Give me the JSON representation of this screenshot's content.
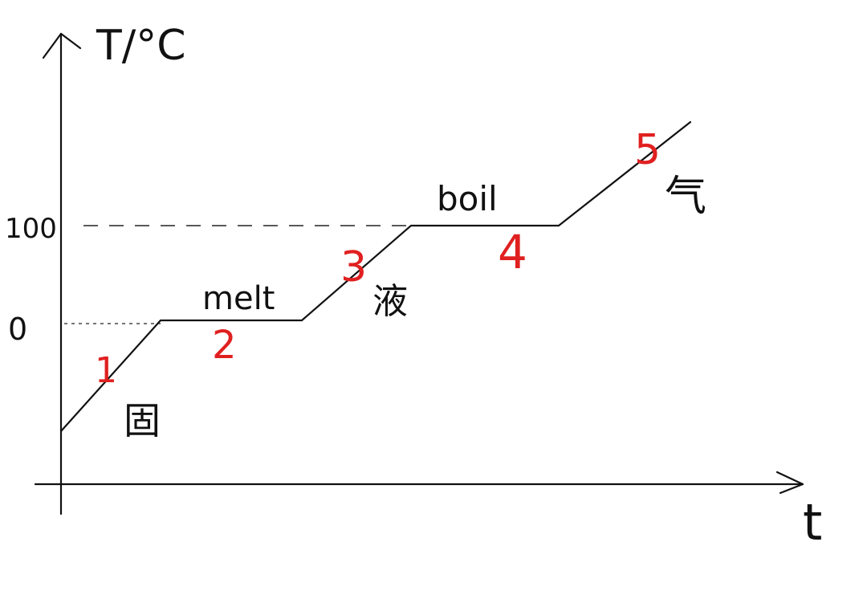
{
  "axes": {
    "y_label": "T/°C",
    "x_label": "t",
    "ticks": [
      {
        "value": 100,
        "label": "100"
      },
      {
        "value": 0,
        "label": "0"
      }
    ]
  },
  "annotations": {
    "melt": "melt",
    "boil": "boil",
    "solid": "固",
    "liquid": "液",
    "gas": "气"
  },
  "segment_numbers": [
    "1",
    "2",
    "3",
    "4",
    "5"
  ],
  "colors": {
    "line": "#111111",
    "segment_numbers": "#e02020"
  }
}
